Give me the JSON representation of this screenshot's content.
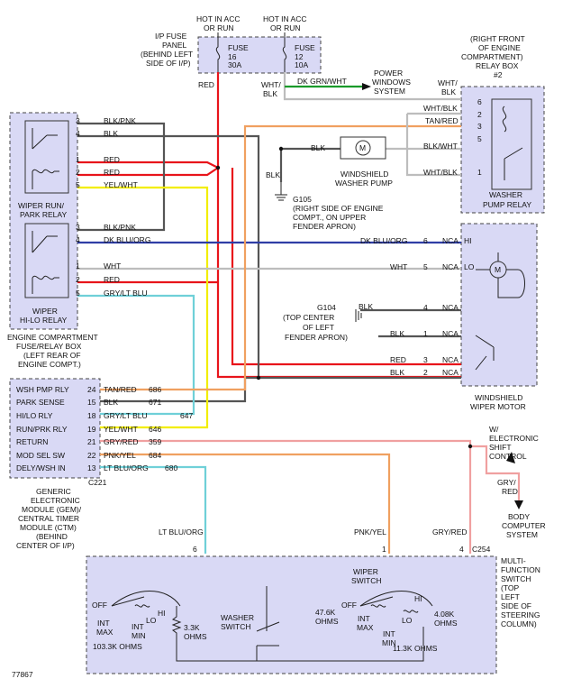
{
  "colors": {
    "red": "#e8141b",
    "black": "#555555",
    "blue": "#2f3ea6",
    "yellow": "#f2ee00",
    "cyan": "#6fd0d8",
    "orange": "#f0a060",
    "pink": "#f0a0a0",
    "green": "#1a9a2a",
    "white": "#bdbdbd",
    "gray_red": "#d88080",
    "box_fill": "#d9d9f5"
  },
  "fuse_panel": {
    "title": [
      "I/P FUSE",
      "PANEL",
      "(BEHIND LEFT",
      "SIDE OF I/P)"
    ],
    "hot1": [
      "HOT IN ACC",
      "OR RUN"
    ],
    "hot2": [
      "HOT IN ACC",
      "OR RUN"
    ],
    "fuse1": [
      "FUSE",
      "16",
      "30A"
    ],
    "fuse2": [
      "FUSE",
      "12",
      "10A"
    ]
  },
  "power_windows": [
    "POWER",
    "WINDOWS",
    "SYSTEM"
  ],
  "relay_box": {
    "title": [
      "(RIGHT FRONT",
      "OF ENGINE",
      "COMPARTMENT)",
      "RELAY BOX",
      "#2"
    ],
    "label": [
      "WASHER",
      "PUMP RELAY"
    ]
  },
  "engine_box": {
    "run_park_relay": [
      "WIPER RUN/",
      "PARK RELAY"
    ],
    "hilo_relay": [
      "WIPER",
      "HI-LO RELAY"
    ],
    "title": [
      "ENGINE COMPARTMENT",
      "FUSE/RELAY BOX",
      "(LEFT REAR OF",
      "ENGINE COMPT.)"
    ]
  },
  "wire_labels": {
    "red_fuse": "RED",
    "wht_blk_fuse": [
      "WHT/",
      "BLK"
    ],
    "dk_grn_wht": "DK GRN/WHT",
    "wht_blk_relay": [
      "WHT/",
      "BLK"
    ],
    "r1_blk_pnk": "BLK/PNK",
    "r1_blk": "BLK",
    "r1_red1": "RED",
    "r1_red2": "RED",
    "r1_yel_wht": "YEL/WHT",
    "r2_blk_pnk": "BLK/PNK",
    "r2_dk_blu_org": "DK BLU/ORG",
    "r2_wht": "WHT",
    "r2_red": "RED",
    "r2_gry_lt_blu": "GRY/LT BLU",
    "rb_wht_blk1": "WHT/BLK",
    "rb_tan_red": "TAN/RED",
    "rb_blk_wht": "BLK/WHT",
    "rb_wht_blk2": "WHT/BLK",
    "pump_blk": "BLK",
    "pump_blk_gnd": "BLK",
    "m_dk_blu_org": "DK BLU/ORG",
    "m_wht": "WHT",
    "m_blk_g104": "BLK",
    "m_blk1": "BLK",
    "m_red3": "RED",
    "m_blk2": "BLK",
    "lt_blu_org": "LT BLU/ORG",
    "pnk_yel": "PNK/YEL",
    "gry_red": "GRY/RED",
    "gry_red2": [
      "GRY/",
      "RED"
    ]
  },
  "pins": {
    "r1": [
      "3",
      "4",
      "1",
      "2",
      "5"
    ],
    "r2": [
      "3",
      "4",
      "1",
      "2",
      "5"
    ],
    "relay": [
      "6",
      "2",
      "3",
      "5",
      "1"
    ],
    "motor": [
      "6",
      "5",
      "4",
      "1",
      "3",
      "2"
    ],
    "switch": [
      "6",
      "1",
      "4"
    ],
    "c254": "C254"
  },
  "nca": "NCA",
  "motor_speed": {
    "hi": "HI",
    "lo": "LO",
    "m": "M"
  },
  "washer_pump": [
    "WINDSHIELD",
    "WASHER PUMP"
  ],
  "g105": [
    "G105",
    "(RIGHT SIDE OF ENGINE",
    "COMPT., ON UPPER",
    "FENDER APRON)"
  ],
  "g104": [
    "G104",
    "(TOP CENTER",
    "OF LEFT",
    "FENDER APRON)"
  ],
  "motor_label": [
    "WINDSHIELD",
    "WIPER MOTOR"
  ],
  "gem": {
    "rows": [
      {
        "label": "WSH PMP RLY",
        "pin": "24",
        "wire": "TAN/RED",
        "circuit": "686"
      },
      {
        "label": "PARK SENSE",
        "pin": "15",
        "wire": "BLK",
        "circuit": "671"
      },
      {
        "label": "HI/LO RLY",
        "pin": "18",
        "wire": "GRY/LT BLU",
        "circuit": "647"
      },
      {
        "label": "RUN/PRK RLY",
        "pin": "19",
        "wire": "YEL/WHT",
        "circuit": "646"
      },
      {
        "label": "RETURN",
        "pin": "21",
        "wire": "GRY/RED",
        "circuit": "359"
      },
      {
        "label": "MOD SEL SW",
        "pin": "22",
        "wire": "PNK/YEL",
        "circuit": "684"
      },
      {
        "label": "DELY/WSH IN",
        "pin": "13",
        "wire": "LT BLU/ORG",
        "circuit": "680"
      }
    ],
    "connector": "C221",
    "title": [
      "GENERIC",
      "ELECTRONIC",
      "MODULE (GEM)/",
      "CENTRAL TIMER",
      "MODULE (CTM)",
      "(BEHIND",
      "CENTER OF I/P)"
    ]
  },
  "shift_control": [
    "W/",
    "ELECTRONIC",
    "SHIFT",
    "CONTROL"
  ],
  "body_computer": [
    "BODY",
    "COMPUTER",
    "SYSTEM"
  ],
  "multi_switch": [
    "MULTI-",
    "FUNCTION",
    "SWITCH",
    "(TOP",
    "LEFT",
    "SIDE OF",
    "STEERING",
    "COLUMN)"
  ],
  "switch_labels": {
    "off1": "OFF",
    "int_max1": [
      "INT",
      "MAX"
    ],
    "int_min1": [
      "INT",
      "MIN"
    ],
    "lo1": "LO",
    "hi1": "HI",
    "ohms_103": "103.3K OHMS",
    "ohms_33": [
      "3.3K",
      "OHMS"
    ],
    "washer_switch": [
      "WASHER",
      "SWITCH"
    ],
    "wiper_switch": [
      "WIPER",
      "SWITCH"
    ],
    "off2": "OFF",
    "int_max2": [
      "INT",
      "MAX"
    ],
    "int_min2": [
      "INT",
      "MIN"
    ],
    "lo2": "LO",
    "hi2": "HI",
    "ohms_476": [
      "47.6K",
      "OHMS"
    ],
    "ohms_408": [
      "4.08K",
      "OHMS"
    ],
    "ohms_113": "11.3K OHMS"
  },
  "figure_id": "77867"
}
